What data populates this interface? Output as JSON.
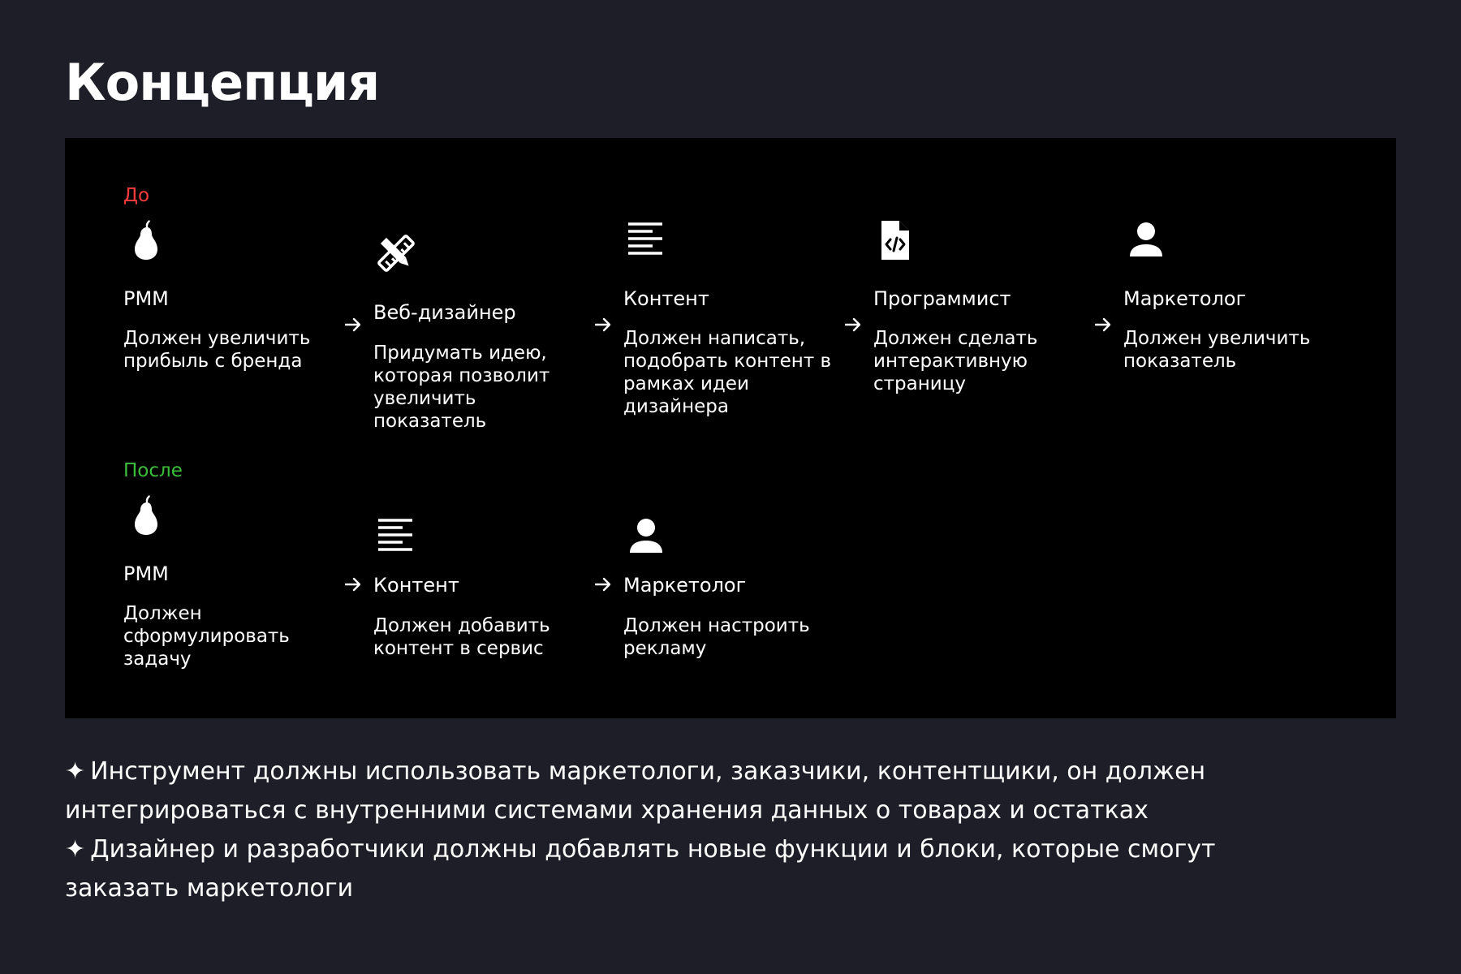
{
  "title": "Концепция",
  "colors": {
    "before": "#ff3b3b",
    "after": "#3bbf3b",
    "panel": "#000000",
    "background": "#1e1e28"
  },
  "before": {
    "label": "До",
    "steps": [
      {
        "icon": "pear-icon",
        "role": "PMM",
        "desc": "Должен увеличить прибыль с бренда"
      },
      {
        "icon": "pencil-ruler-icon",
        "role": "Веб-дизайнер",
        "desc": "Придумать идею, которая позволит увеличить показатель"
      },
      {
        "icon": "text-lines-icon",
        "role": "Контент",
        "desc": "Должен написать, подобрать контент в рамках идеи дизайнера"
      },
      {
        "icon": "code-file-icon",
        "role": "Программист",
        "desc": "Должен сделать интерактивную страницу"
      },
      {
        "icon": "user-icon",
        "role": "Маркетолог",
        "desc": "Должен увеличить показатель"
      }
    ]
  },
  "after": {
    "label": "После",
    "steps": [
      {
        "icon": "pear-icon",
        "role": "PMM",
        "desc": "Должен сформулировать задачу"
      },
      {
        "icon": "text-lines-icon",
        "role": "Контент",
        "desc": "Должен добавить контент в сервис"
      },
      {
        "icon": "user-icon",
        "role": "Маркетолог",
        "desc": "Должен настроить рекламу"
      }
    ]
  },
  "notes": {
    "bullet": "✦",
    "items": [
      "Инструмент должны использовать маркетологи, заказчики, контентщики, он должен интегрироваться с внутренними системами хранения данных о товарах и остатках",
      "Дизайнер и разработчики должны добавлять новые функции и блоки, которые смогут заказать маркетологи"
    ]
  }
}
